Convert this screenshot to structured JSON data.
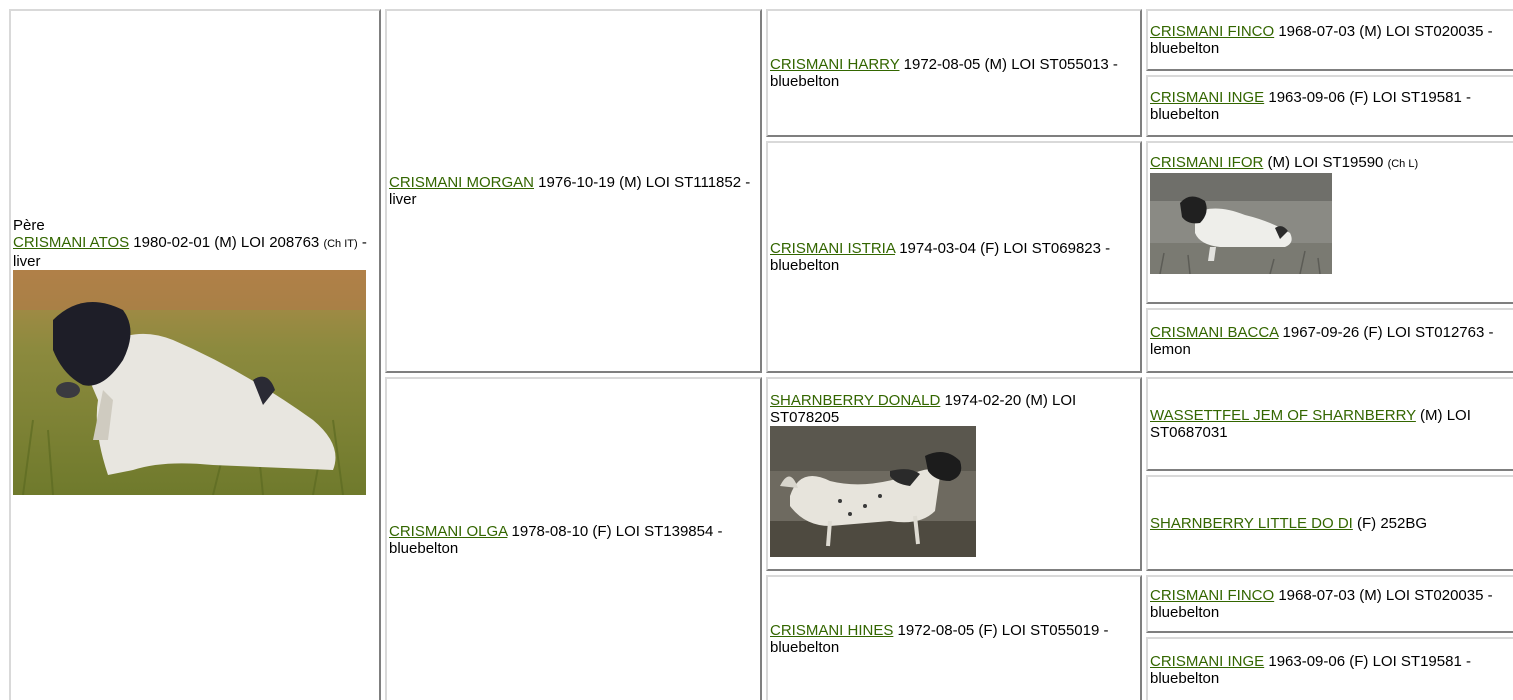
{
  "sire": {
    "role_label": "Père",
    "name": "CRISMANI ATOS",
    "info_a": " 1980-02-01 (M) LOI 208763 ",
    "title": "(Ch IT)",
    "info_b": " - liver"
  },
  "g1_top": {
    "name": "CRISMANI MORGAN",
    "info": " 1976-10-19 (M) LOI ST111852 - liver"
  },
  "g1_bottom": {
    "name": "CRISMANI OLGA",
    "info": " 1978-08-10 (F) LOI ST139854 - bluebelton"
  },
  "g2": [
    {
      "name": "CRISMANI HARRY",
      "info": " 1972-08-05 (M) LOI ST055013 - bluebelton"
    },
    {
      "name": "CRISMANI ISTRIA",
      "info": " 1974-03-04 (F) LOI ST069823 - bluebelton"
    },
    {
      "name": "SHARNBERRY DONALD",
      "info": " 1974-02-20 (M) LOI ST078205"
    },
    {
      "name": "CRISMANI HINES",
      "info": " 1972-08-05 (F) LOI ST055019 - bluebelton"
    }
  ],
  "g3": [
    {
      "name": "CRISMANI FINCO",
      "info": " 1968-07-03 (M) LOI ST020035 - bluebelton",
      "title": ""
    },
    {
      "name": "CRISMANI INGE",
      "info": " 1963-09-06 (F) LOI ST19581 - bluebelton",
      "title": ""
    },
    {
      "name": "CRISMANI IFOR",
      "info": " (M) LOI ST19590 ",
      "title": "(Ch L)"
    },
    {
      "name": "CRISMANI BACCA",
      "info": " 1967-09-26 (F) LOI ST012763 - lemon",
      "title": ""
    },
    {
      "name": "WASSETTFEL JEM OF SHARNBERRY",
      "info": " (M) LOI ST0687031",
      "title": ""
    },
    {
      "name": "SHARNBERRY LITTLE DO DI",
      "info": " (F) 252BG",
      "title": ""
    },
    {
      "name": "CRISMANI FINCO",
      "info": " 1968-07-03 (M) LOI ST020035 - bluebelton",
      "title": ""
    },
    {
      "name": "CRISMANI INGE",
      "info": " 1963-09-06 (F) LOI ST19581 - bluebelton",
      "title": ""
    }
  ],
  "colors": {
    "link": "#336600",
    "border_light": "#d9d9d9",
    "border_dark": "#7f7f7f"
  }
}
